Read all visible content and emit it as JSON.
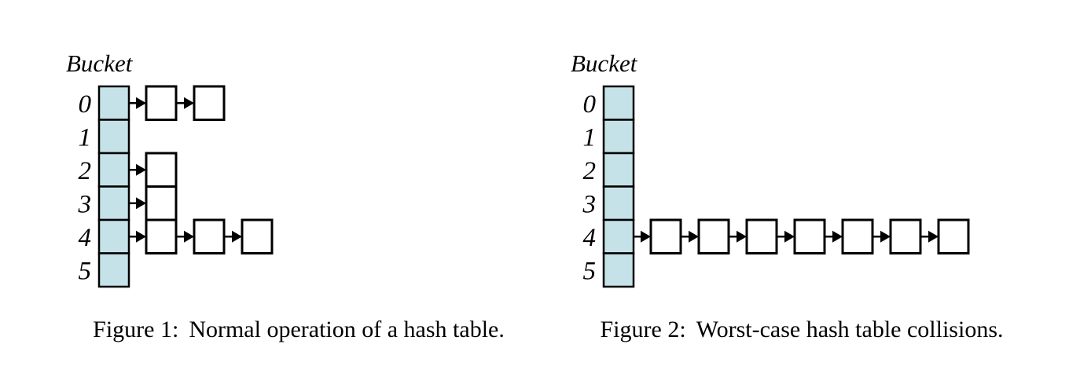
{
  "colors": {
    "background": "#ffffff",
    "bucket_fill": "#c6e2e9",
    "node_fill": "#ffffff",
    "stroke": "#000000",
    "text": "#000000"
  },
  "figures": [
    {
      "id": "figure-1",
      "bucket_header": "Bucket",
      "bucket_indices": [
        "0",
        "1",
        "2",
        "3",
        "4",
        "5"
      ],
      "chain_lengths": [
        2,
        0,
        1,
        1,
        3,
        0
      ],
      "caption_label": "Figure 1:",
      "caption_text": "Normal operation of a hash table."
    },
    {
      "id": "figure-2",
      "bucket_header": "Bucket",
      "bucket_indices": [
        "0",
        "1",
        "2",
        "3",
        "4",
        "5"
      ],
      "chain_lengths": [
        0,
        0,
        0,
        0,
        7,
        0
      ],
      "caption_label": "Figure 2:",
      "caption_text": "Worst-case hash table collisions."
    }
  ]
}
